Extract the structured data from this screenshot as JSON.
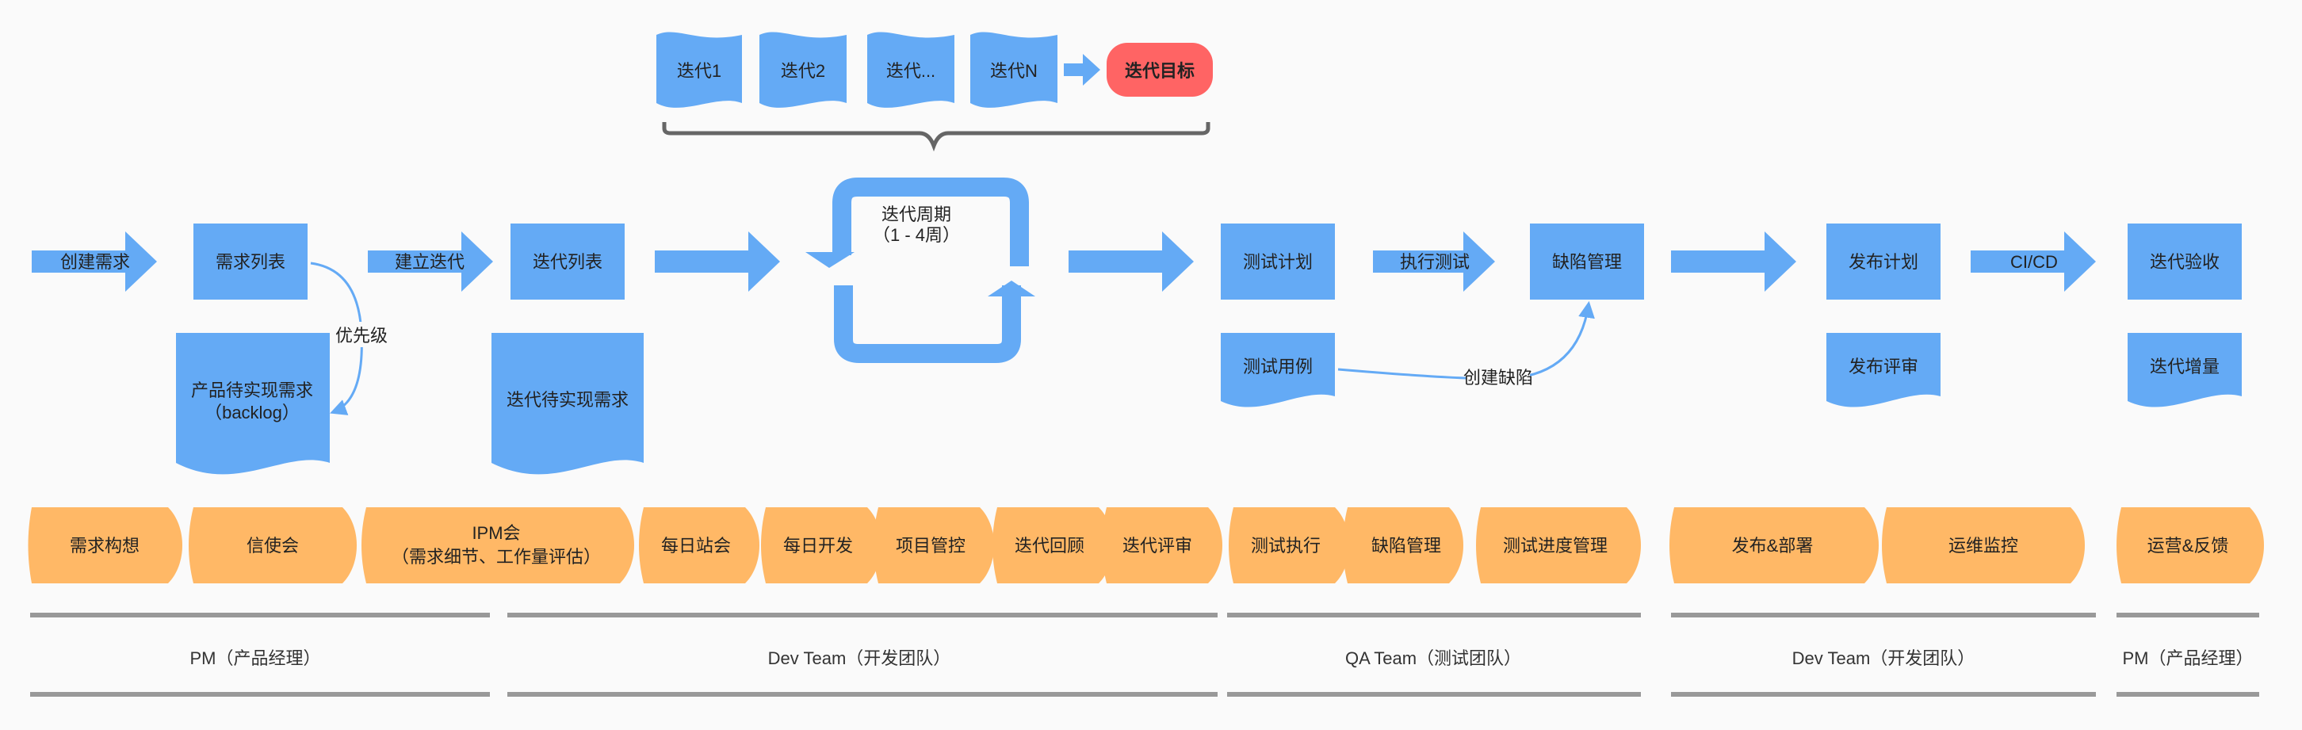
{
  "iterations": {
    "items": [
      "迭代1",
      "迭代2",
      "迭代...",
      "迭代N"
    ],
    "goal": "迭代目标"
  },
  "cycle": {
    "line1": "迭代周期",
    "line2": "（1 - 4周）"
  },
  "flow": {
    "create_req_arrow": "创建需求",
    "req_list": "需求列表",
    "priority": "优先级",
    "product_backlog_line1": "产品待实现需求",
    "product_backlog_line2": "（backlog）",
    "build_iter_arrow": "建立迭代",
    "iter_list": "迭代列表",
    "iter_backlog": "迭代待实现需求",
    "test_plan": "测试计划",
    "exec_test_arrow": "执行测试",
    "defect_mgmt": "缺陷管理",
    "test_case": "测试用例",
    "create_defect": "创建缺陷",
    "release_plan": "发布计划",
    "release_review": "发布评审",
    "cicd_arrow": "CI/CD",
    "iter_accept": "迭代验收",
    "iter_increment": "迭代增量"
  },
  "activities": [
    "需求构想",
    "信使会",
    "IPM会",
    "（需求细节、工作量评估）",
    "每日站会",
    "每日开发",
    "项目管控",
    "迭代回顾",
    "迭代评审",
    "测试执行",
    "缺陷管理",
    "测试进度管理",
    "发布&部署",
    "运维监控",
    "运营&反馈"
  ],
  "teams": [
    "PM（产品经理）",
    "Dev Team（开发团队）",
    "QA Team（测试团队）",
    "Dev Team（开发团队）",
    "PM（产品经理）"
  ],
  "colors": {
    "blue": "#64aaf5",
    "orange": "#ffb866",
    "red": "#ff6464",
    "gray": "#999999"
  }
}
